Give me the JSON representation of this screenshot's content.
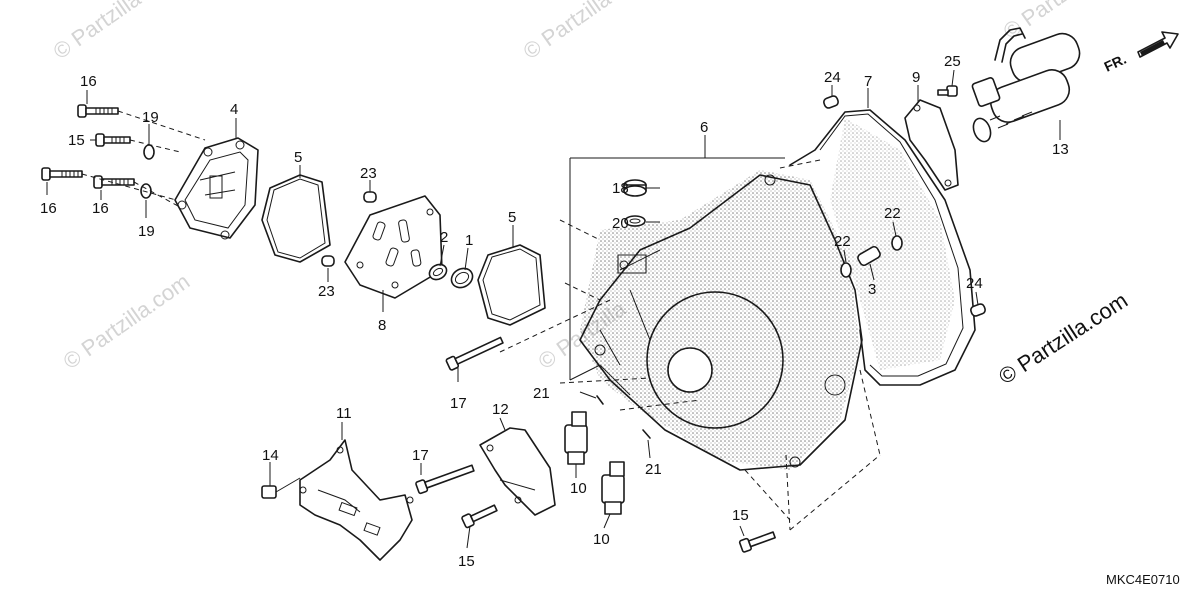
{
  "watermark": {
    "text": "© Partzilla.com",
    "faint_text": "© Partzilla"
  },
  "direction": {
    "label": "FR."
  },
  "diagram_code": "MKC4E0710",
  "callouts": {
    "c1": "1",
    "c2": "2",
    "c3": "3",
    "c4": "4",
    "c5a": "5",
    "c5b": "5",
    "c6": "6",
    "c7": "7",
    "c8": "8",
    "c9": "9",
    "c10a": "10",
    "c10b": "10",
    "c11": "11",
    "c12": "12",
    "c13": "13",
    "c14": "14",
    "c15a": "15",
    "c15b": "15",
    "c15c": "15",
    "c16a": "16",
    "c16b": "16",
    "c16c": "16",
    "c17a": "17",
    "c17b": "17",
    "c18": "18",
    "c19a": "19",
    "c19b": "19",
    "c20": "20",
    "c21a": "21",
    "c21b": "21",
    "c22a": "22",
    "c22b": "22",
    "c23a": "23",
    "c23b": "23",
    "c24a": "24",
    "c24b": "24",
    "c25": "25"
  },
  "colors": {
    "ink": "#1a1a1a",
    "watermark": "#d4d4d4",
    "background": "#ffffff"
  }
}
